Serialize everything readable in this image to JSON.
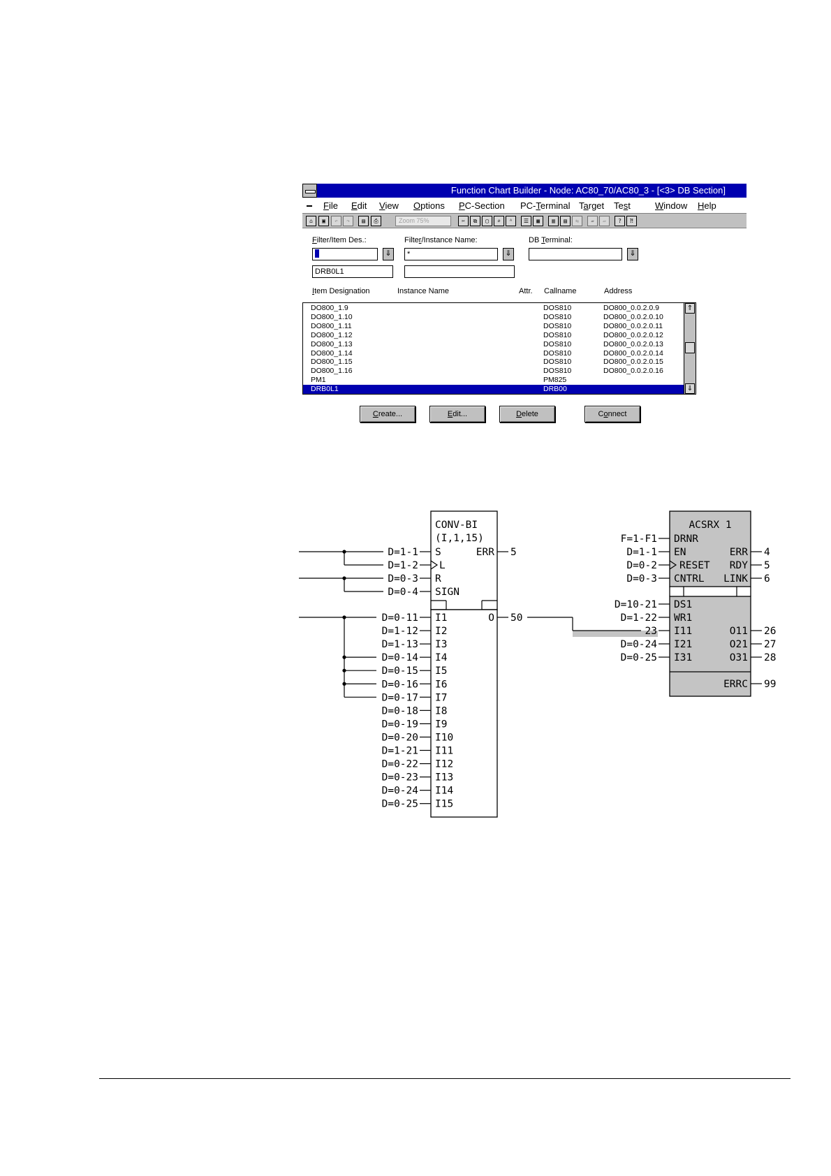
{
  "window": {
    "title": "Function Chart Builder - Node: AC80_70/AC80_3 - [<3> DB Section]",
    "menu": [
      {
        "pre": "",
        "u": "F",
        "post": "ile"
      },
      {
        "pre": "",
        "u": "E",
        "post": "dit"
      },
      {
        "pre": "",
        "u": "V",
        "post": "iew"
      },
      {
        "pre": "",
        "u": "O",
        "post": "ptions"
      },
      {
        "pre": "",
        "u": "P",
        "post": "C-Section"
      },
      {
        "pre": "PC-",
        "u": "T",
        "post": "erminal"
      },
      {
        "pre": "T",
        "u": "a",
        "post": "rget"
      },
      {
        "pre": "Te",
        "u": "s",
        "post": "t"
      },
      {
        "pre": "",
        "u": "W",
        "post": "indow"
      },
      {
        "pre": "",
        "u": "H",
        "post": "elp"
      }
    ],
    "toolbar": {
      "zoom_placeholder": "Zoom 75%",
      "icons": [
        "new-chart-icon",
        "open-chart-icon",
        "undo-icon",
        "redo-icon",
        "save-icon",
        "print-icon",
        "cut-icon",
        "copy-icon",
        "paste-icon",
        "find-icon",
        "spell-icon",
        "align-icon",
        "grid-icon",
        "list-icon",
        "table-icon",
        "arrange-icon",
        "zoom-in-icon",
        "zoom-out-icon",
        "help-icon",
        "context-help-icon"
      ]
    },
    "filters": {
      "item_des": {
        "label_pre": "",
        "label_u": "F",
        "label_post": "ilter/Item Des.:",
        "value": "*",
        "entry": "DRB0L1"
      },
      "instance_name": {
        "label_pre": "Filte",
        "label_u": "r",
        "label_post": "/Instance Name:",
        "value": "*",
        "entry": ""
      },
      "db_terminal": {
        "label_pre": "DB ",
        "label_u": "T",
        "label_post": "erminal:",
        "value": ""
      }
    },
    "columns": {
      "item_designation": {
        "pre": "",
        "u": "I",
        "post": "tem Designation"
      },
      "instance_name": "Instance Name",
      "attr": "Attr.",
      "callname": "Callname",
      "address": "Address"
    },
    "rows": [
      {
        "item": "DO800_1.9",
        "instance": "",
        "attr": "",
        "callname": "DOS810",
        "address": "DO800_0.0.2.0.9"
      },
      {
        "item": "DO800_1.10",
        "instance": "",
        "attr": "",
        "callname": "DOS810",
        "address": "DO800_0.0.2.0.10"
      },
      {
        "item": "DO800_1.11",
        "instance": "",
        "attr": "",
        "callname": "DOS810",
        "address": "DO800_0.0.2.0.11"
      },
      {
        "item": "DO800_1.12",
        "instance": "",
        "attr": "",
        "callname": "DOS810",
        "address": "DO800_0.0.2.0.12"
      },
      {
        "item": "DO800_1.13",
        "instance": "",
        "attr": "",
        "callname": "DOS810",
        "address": "DO800_0.0.2.0.13"
      },
      {
        "item": "DO800_1.14",
        "instance": "",
        "attr": "",
        "callname": "DOS810",
        "address": "DO800_0.0.2.0.14"
      },
      {
        "item": "DO800_1.15",
        "instance": "",
        "attr": "",
        "callname": "DOS810",
        "address": "DO800_0.0.2.0.15"
      },
      {
        "item": "DO800_1.16",
        "instance": "",
        "attr": "",
        "callname": "DOS810",
        "address": "DO800_0.0.2.0.16"
      },
      {
        "item": "PM1",
        "instance": "",
        "attr": "",
        "callname": "PM825",
        "address": ""
      },
      {
        "item": "DRB0L1",
        "instance": "",
        "attr": "",
        "callname": "DRB00",
        "address": "",
        "selected": true
      }
    ],
    "buttons": {
      "create": {
        "pre": "",
        "u": "C",
        "post": "reate..."
      },
      "edit": {
        "pre": "",
        "u": "E",
        "post": "dit..."
      },
      "delete": {
        "pre": "",
        "u": "D",
        "post": "elete"
      },
      "connect": {
        "pre": "C",
        "u": "o",
        "post": "nnect"
      }
    }
  },
  "diagram": {
    "conv_bi": {
      "title": "CONV-BI",
      "params": "(I,1,15)",
      "inputs_top": [
        {
          "conn": "D=1-1",
          "pin": "S",
          "edge": false
        },
        {
          "conn": "D=1-2",
          "pin": "L",
          "edge": true
        },
        {
          "conn": "D=0-3",
          "pin": "R",
          "edge": false
        },
        {
          "conn": "D=0-4",
          "pin": "SIGN",
          "edge": false
        }
      ],
      "err_out": {
        "pin": "ERR",
        "value": "5"
      },
      "inputs_bottom": [
        {
          "conn": "D=0-11",
          "pin": "I1"
        },
        {
          "conn": "D=1-12",
          "pin": "I2"
        },
        {
          "conn": "D=1-13",
          "pin": "I3"
        },
        {
          "conn": "D=0-14",
          "pin": "I4"
        },
        {
          "conn": "D=0-15",
          "pin": "I5"
        },
        {
          "conn": "D=0-16",
          "pin": "I6"
        },
        {
          "conn": "D=0-17",
          "pin": "I7"
        },
        {
          "conn": "D=0-18",
          "pin": "I8"
        },
        {
          "conn": "D=0-19",
          "pin": "I9"
        },
        {
          "conn": "D=0-20",
          "pin": "I10"
        },
        {
          "conn": "D=1-21",
          "pin": "I11"
        },
        {
          "conn": "D=0-22",
          "pin": "I12"
        },
        {
          "conn": "D=0-23",
          "pin": "I13"
        },
        {
          "conn": "D=0-24",
          "pin": "I14"
        },
        {
          "conn": "D=0-25",
          "pin": "I15"
        }
      ],
      "out": {
        "pin": "O",
        "value": "50"
      }
    },
    "acsrx": {
      "title": "ACSRX 1",
      "inputs_top": [
        {
          "conn": "F=1-F1",
          "pin": "DRNR",
          "edge": false
        },
        {
          "conn": "D=1-1",
          "pin": "EN",
          "edge": false
        },
        {
          "conn": "D=0-2",
          "pin": "RESET",
          "edge": true
        },
        {
          "conn": "D=0-3",
          "pin": "CNTRL",
          "edge": false
        }
      ],
      "outputs_top": [
        {
          "pin": "ERR",
          "value": "4"
        },
        {
          "pin": "RDY",
          "value": "5"
        },
        {
          "pin": "LINK",
          "value": "6"
        }
      ],
      "inputs_bottom": [
        {
          "conn": "D=10-21",
          "pin": "DS1"
        },
        {
          "conn": "D=1-22",
          "pin": "WR1"
        },
        {
          "conn": "23",
          "pin": "I11"
        },
        {
          "conn": "D=0-24",
          "pin": "I21"
        },
        {
          "conn": "D=0-25",
          "pin": "I31"
        }
      ],
      "outputs_bottom": [
        {
          "pin": "O11",
          "value": "26"
        },
        {
          "pin": "O21",
          "value": "27"
        },
        {
          "pin": "O31",
          "value": "28"
        }
      ],
      "errc": {
        "pin": "ERRC",
        "value": "99"
      }
    }
  },
  "colors": {
    "title_bar": "#0000b0",
    "selection": "#0000b0",
    "chrome_gray": "#c0c0c0",
    "block_fill": "#c4c4c4"
  }
}
